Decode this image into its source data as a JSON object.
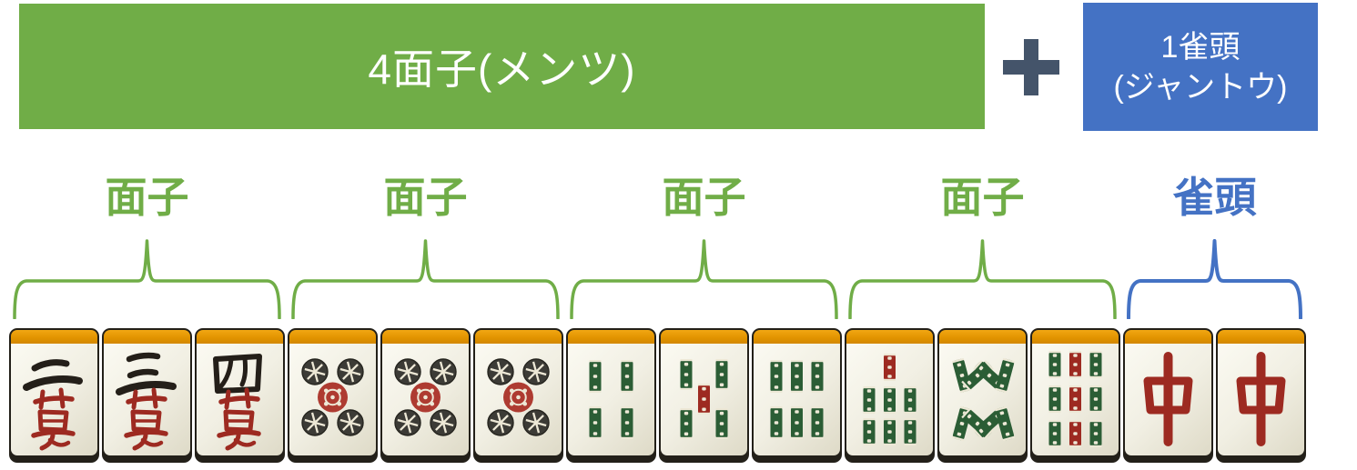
{
  "header": {
    "mentsu_banner": "4面子(メンツ)",
    "plus_sign": "+",
    "jantou_banner_line1": "1雀頭",
    "jantou_banner_line2": "(ジャントウ)"
  },
  "colors": {
    "green": "#70AD47",
    "blue": "#4472C4",
    "plus_dark": "#44546A",
    "tile_top_orange": "#E29400",
    "tile_body": "#F1EFE3",
    "tile_frame_dark": "#232019",
    "tile_cream": "#EDE8D6",
    "man_black": "#241F19",
    "red": "#9D2A21",
    "sou_green": "#2B5D35",
    "pin_black": "#3C3B36",
    "pin_red": "#AE3B31"
  },
  "groups": [
    {
      "label": "面子",
      "kind": "mentsu",
      "color": "#70AD47",
      "tiles": [
        "2m",
        "3m",
        "4m"
      ]
    },
    {
      "label": "面子",
      "kind": "mentsu",
      "color": "#70AD47",
      "tiles": [
        "5p",
        "5p",
        "5p"
      ]
    },
    {
      "label": "面子",
      "kind": "mentsu",
      "color": "#70AD47",
      "tiles": [
        "4s",
        "5s",
        "6s"
      ]
    },
    {
      "label": "面子",
      "kind": "mentsu",
      "color": "#70AD47",
      "tiles": [
        "7s",
        "8s",
        "9s"
      ]
    },
    {
      "label": "雀頭",
      "kind": "jantou",
      "color": "#4472C4",
      "tiles": [
        "chun",
        "chun"
      ]
    }
  ],
  "tile_faces": {
    "2m": {
      "suit": "man",
      "number": 2,
      "number_kanji": "二",
      "suit_kanji": "萬"
    },
    "3m": {
      "suit": "man",
      "number": 3,
      "number_kanji": "三",
      "suit_kanji": "萬"
    },
    "4m": {
      "suit": "man",
      "number": 4,
      "number_kanji": "四",
      "suit_kanji": "萬"
    },
    "5p": {
      "suit": "pin",
      "number": 5
    },
    "4s": {
      "suit": "sou",
      "number": 4
    },
    "5s": {
      "suit": "sou",
      "number": 5
    },
    "6s": {
      "suit": "sou",
      "number": 6
    },
    "7s": {
      "suit": "sou",
      "number": 7
    },
    "8s": {
      "suit": "sou",
      "number": 8
    },
    "9s": {
      "suit": "sou",
      "number": 9
    },
    "chun": {
      "suit": "honor",
      "kanji": "中",
      "name": "chun"
    }
  }
}
